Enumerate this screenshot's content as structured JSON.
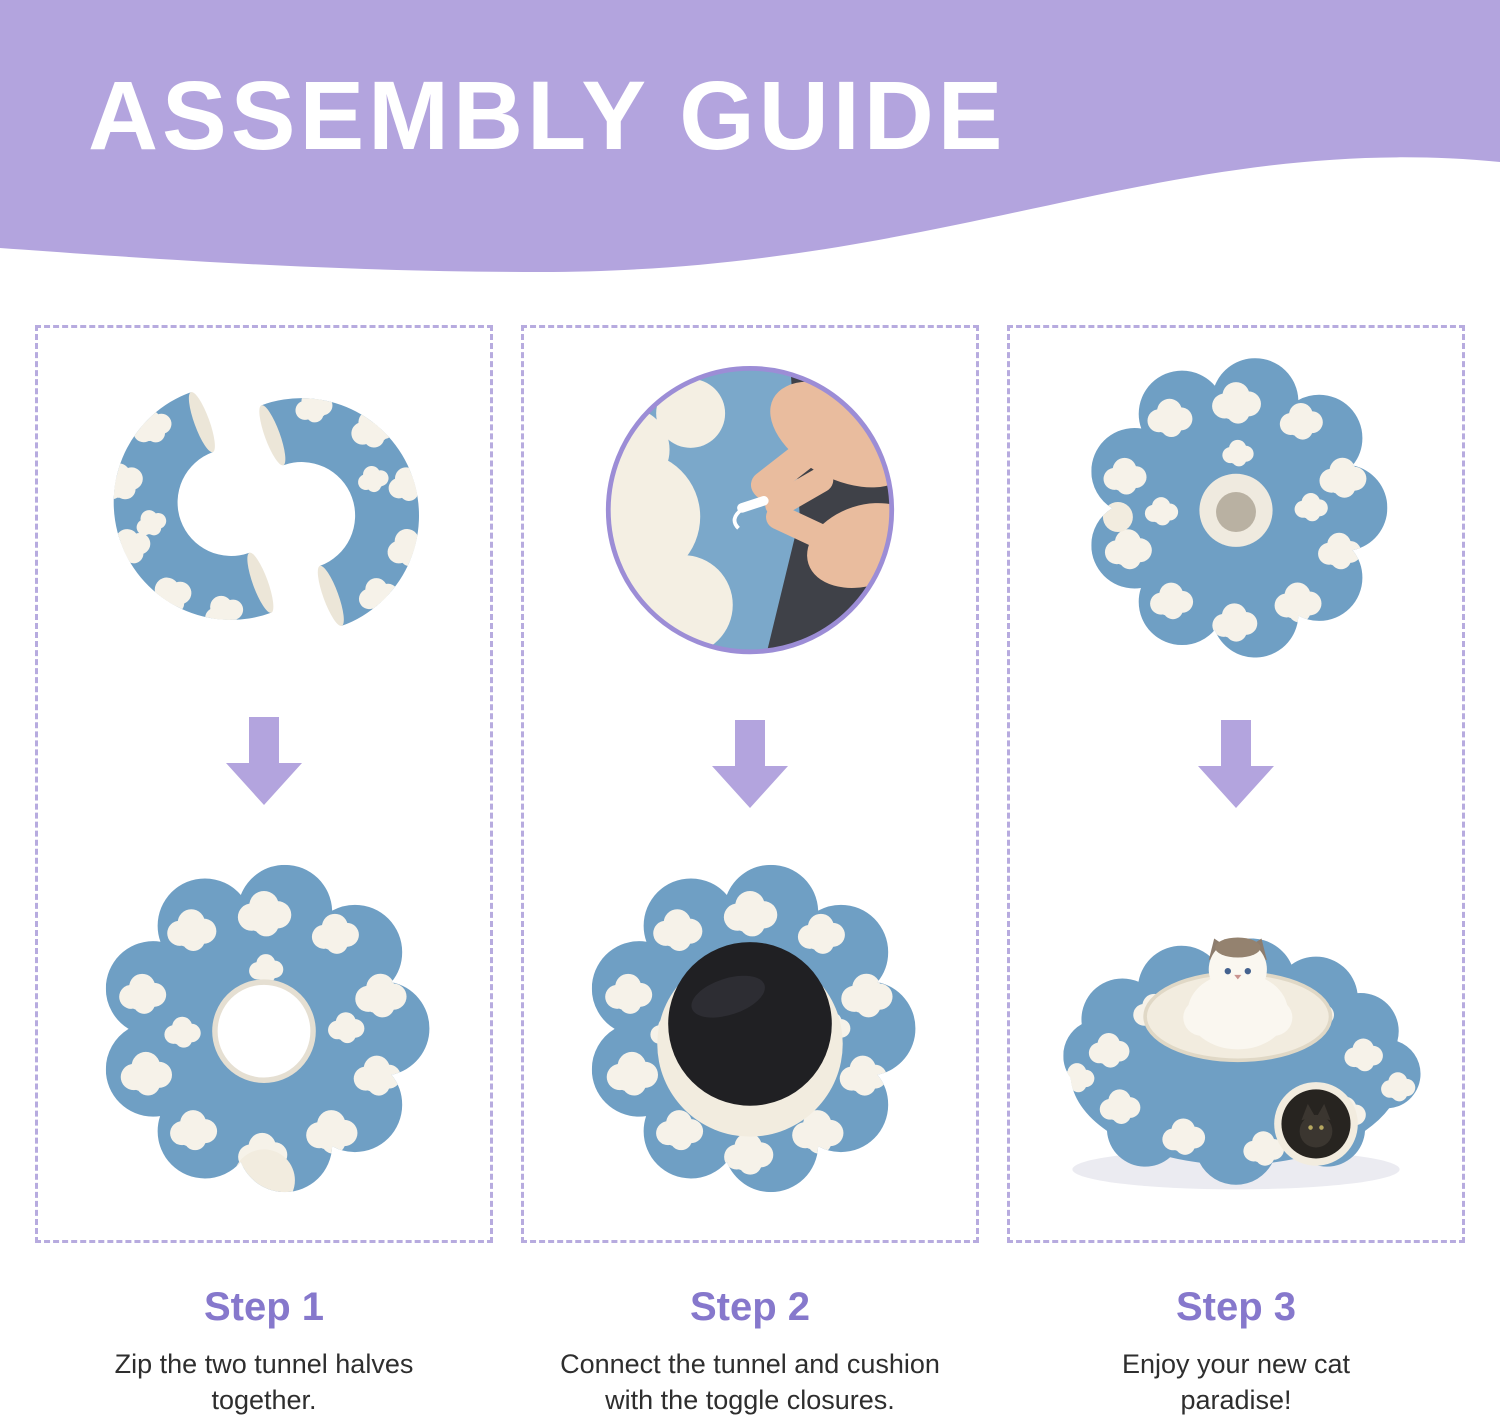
{
  "header": {
    "title": "ASSEMBLY GUIDE",
    "bg_color": "#b3a4de",
    "text_color": "#ffffff"
  },
  "steps": [
    {
      "label": "Step 1",
      "description": "Zip the two tunnel halves together.",
      "before_illustration": "two-tunnel-halves",
      "after_illustration": "assembled-tunnel-ring"
    },
    {
      "label": "Step 2",
      "description": "Connect the tunnel and cushion with the toggle closures.",
      "before_illustration": "toggle-closure-closeup",
      "after_illustration": "tunnel-with-black-cushion"
    },
    {
      "label": "Step 3",
      "description": "Enjoy your new cat paradise!",
      "before_illustration": "assembled-bed-top-view",
      "after_illustration": "cat-in-finished-bed"
    }
  ],
  "icons": {
    "down_arrow": "down-arrow-icon"
  },
  "colors": {
    "header_purple": "#b3a4de",
    "arrow_purple": "#b3a4de",
    "step_label_purple": "#8678cc",
    "dashed_border_purple": "#b7abdf",
    "fabric_blue": "#6f9fc4",
    "cloud_white": "#f6f2e9",
    "fleece_cream": "#f2ecdf",
    "cushion_black": "#202023",
    "description_text": "#2e2e2e",
    "background": "#ffffff"
  }
}
